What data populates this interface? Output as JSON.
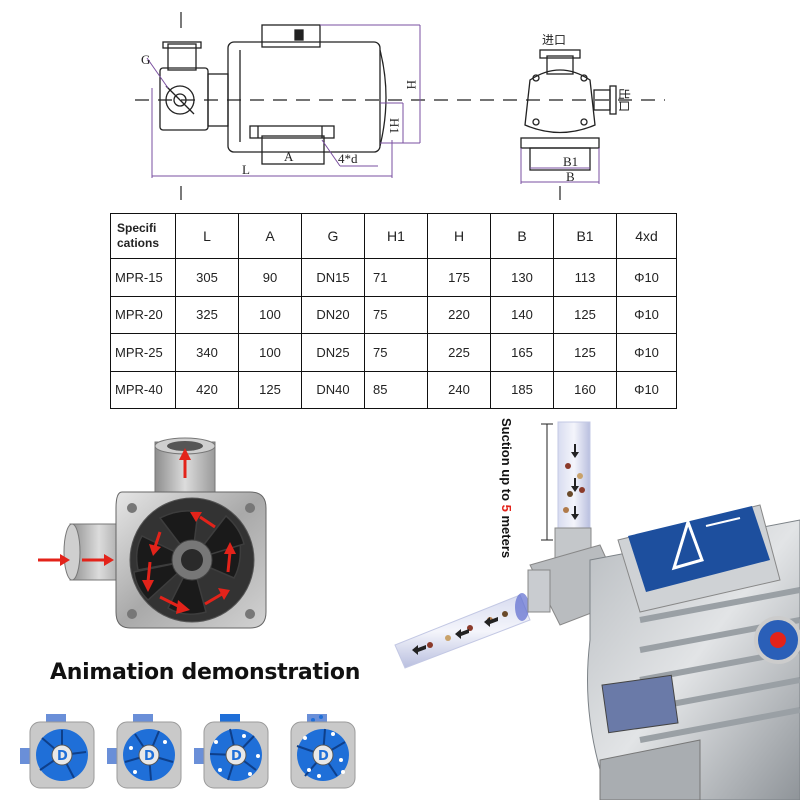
{
  "drawings": {
    "side_view_labels": {
      "G": "G",
      "L": "L",
      "A": "A",
      "four_d": "4*d",
      "H": "H",
      "H1": "H1"
    },
    "end_view_labels": {
      "inlet": "进口",
      "outlet": "出口",
      "B1": "B1",
      "B": "B"
    }
  },
  "table": {
    "headers": [
      "Specifi cations",
      "L",
      "A",
      "G",
      "H1",
      "H",
      "B",
      "B1",
      "4xd"
    ],
    "rows": [
      [
        "MPR-15",
        "305",
        "90",
        "DN15",
        "71",
        "175",
        "130",
        "113",
        "Φ10"
      ],
      [
        "MPR-20",
        "325",
        "100",
        "DN20",
        "75",
        "220",
        "140",
        "125",
        "Φ10"
      ],
      [
        "MPR-25",
        "340",
        "100",
        "DN25",
        "75",
        "225",
        "165",
        "125",
        "Φ10"
      ],
      [
        "MPR-40",
        "420",
        "125",
        "DN40",
        "85",
        "240",
        "185",
        "160",
        "Φ10"
      ]
    ]
  },
  "animation": {
    "title": "Animation demonstration",
    "frame_letter": "D"
  },
  "suction": {
    "prefix": "Suction up to ",
    "number": "5",
    "suffix": " meters"
  },
  "colors": {
    "dimension_line": "#7a4fa0",
    "arrow_red": "#e3231a",
    "impeller_blue": "#1f6fd8",
    "motor_label_blue": "#1d4f9e"
  }
}
